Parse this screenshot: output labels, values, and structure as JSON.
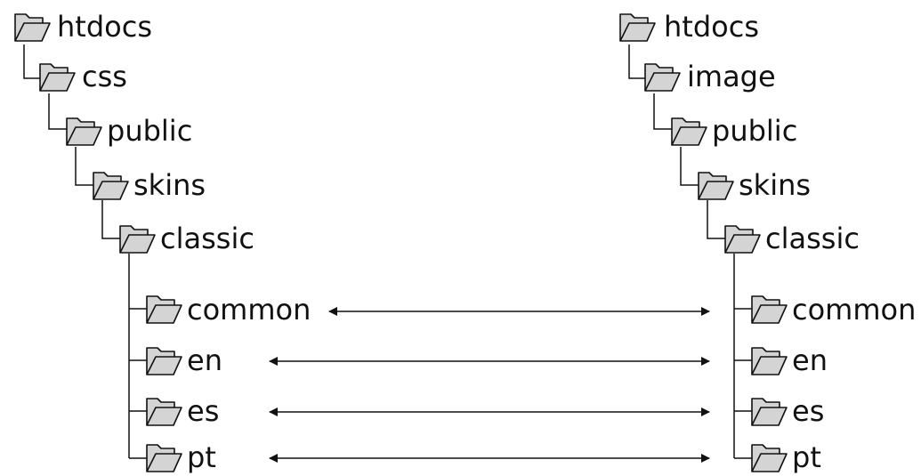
{
  "left_tree": {
    "root": "htdocs",
    "level1": "css",
    "level2": "public",
    "level3": "skins",
    "level4": "classic",
    "leaf1": "common",
    "leaf2": "en",
    "leaf3": "es",
    "leaf4": "pt"
  },
  "right_tree": {
    "root": "htdocs",
    "level1": "image",
    "level2": "public",
    "level3": "skins",
    "level4": "classic",
    "leaf1": "common",
    "leaf2": "en",
    "leaf3": "es",
    "leaf4": "pt"
  },
  "colors": {
    "folder_fill": "#d4d4d4",
    "stroke": "#111111"
  }
}
